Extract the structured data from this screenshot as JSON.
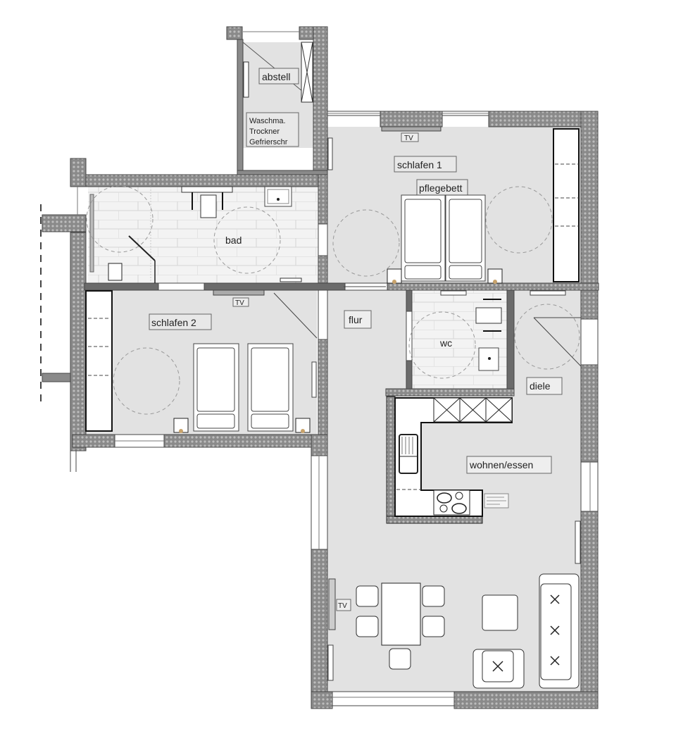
{
  "colors": {
    "background": "#ffffff",
    "floor": "#e2e2e2",
    "tile_floor": "#f2f2f2",
    "wall_fill": "#8a8a8a",
    "wall_stroke": "#444444",
    "furniture_fill": "#ffffff",
    "furniture_stroke": "#333333",
    "circle_dash": "#9a9a9a",
    "label_bg": "#eeeeee",
    "label_border": "#666666"
  },
  "rooms": {
    "abstell": {
      "label": "abstell"
    },
    "abstell_note": {
      "lines": [
        "Waschma.",
        "Trockner",
        "Gefrierschr"
      ]
    },
    "schlafen1": {
      "label": "schlafen 1",
      "bed_label": "pflegebett",
      "tv_label": "TV"
    },
    "bad": {
      "label": "bad"
    },
    "schlafen2": {
      "label": "schlafen 2",
      "tv_label": "TV"
    },
    "flur": {
      "label": "flur"
    },
    "wc": {
      "label": "wc"
    },
    "diele": {
      "label": "diele"
    },
    "wohnen_essen": {
      "label": "wohnen/essen",
      "tv_label": "TV"
    }
  }
}
